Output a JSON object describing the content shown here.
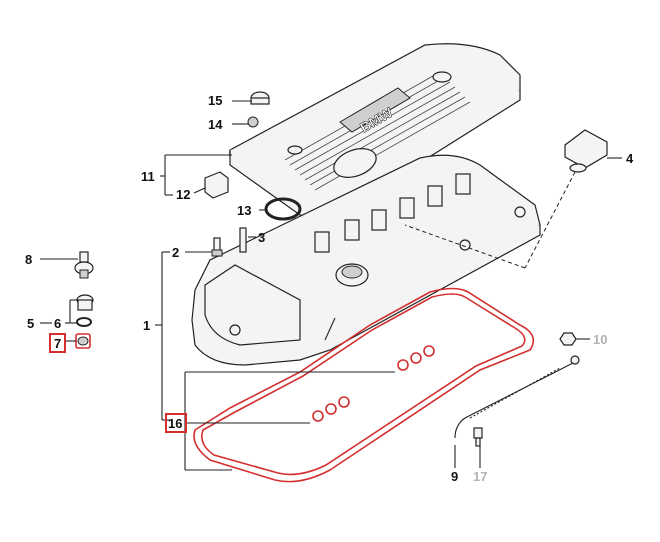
{
  "labels": {
    "p1": "1",
    "p2": "2",
    "p3": "3",
    "p4": "4",
    "p5": "5",
    "p6": "6",
    "p7": "7",
    "p8": "8",
    "p9": "9",
    "p10": "10",
    "p11": "11",
    "p12": "12",
    "p13": "13",
    "p14": "14",
    "p15": "15",
    "p16": "16",
    "p17": "17"
  },
  "cover_logo": "BMW",
  "colors": {
    "highlight": "#d32f2f",
    "label": "#111111",
    "label_inactive": "#b3b3b3",
    "gasket": "#d32f2f"
  },
  "highlighted_parts": [
    "7",
    "16"
  ],
  "inactive_parts": [
    "10",
    "17"
  ]
}
